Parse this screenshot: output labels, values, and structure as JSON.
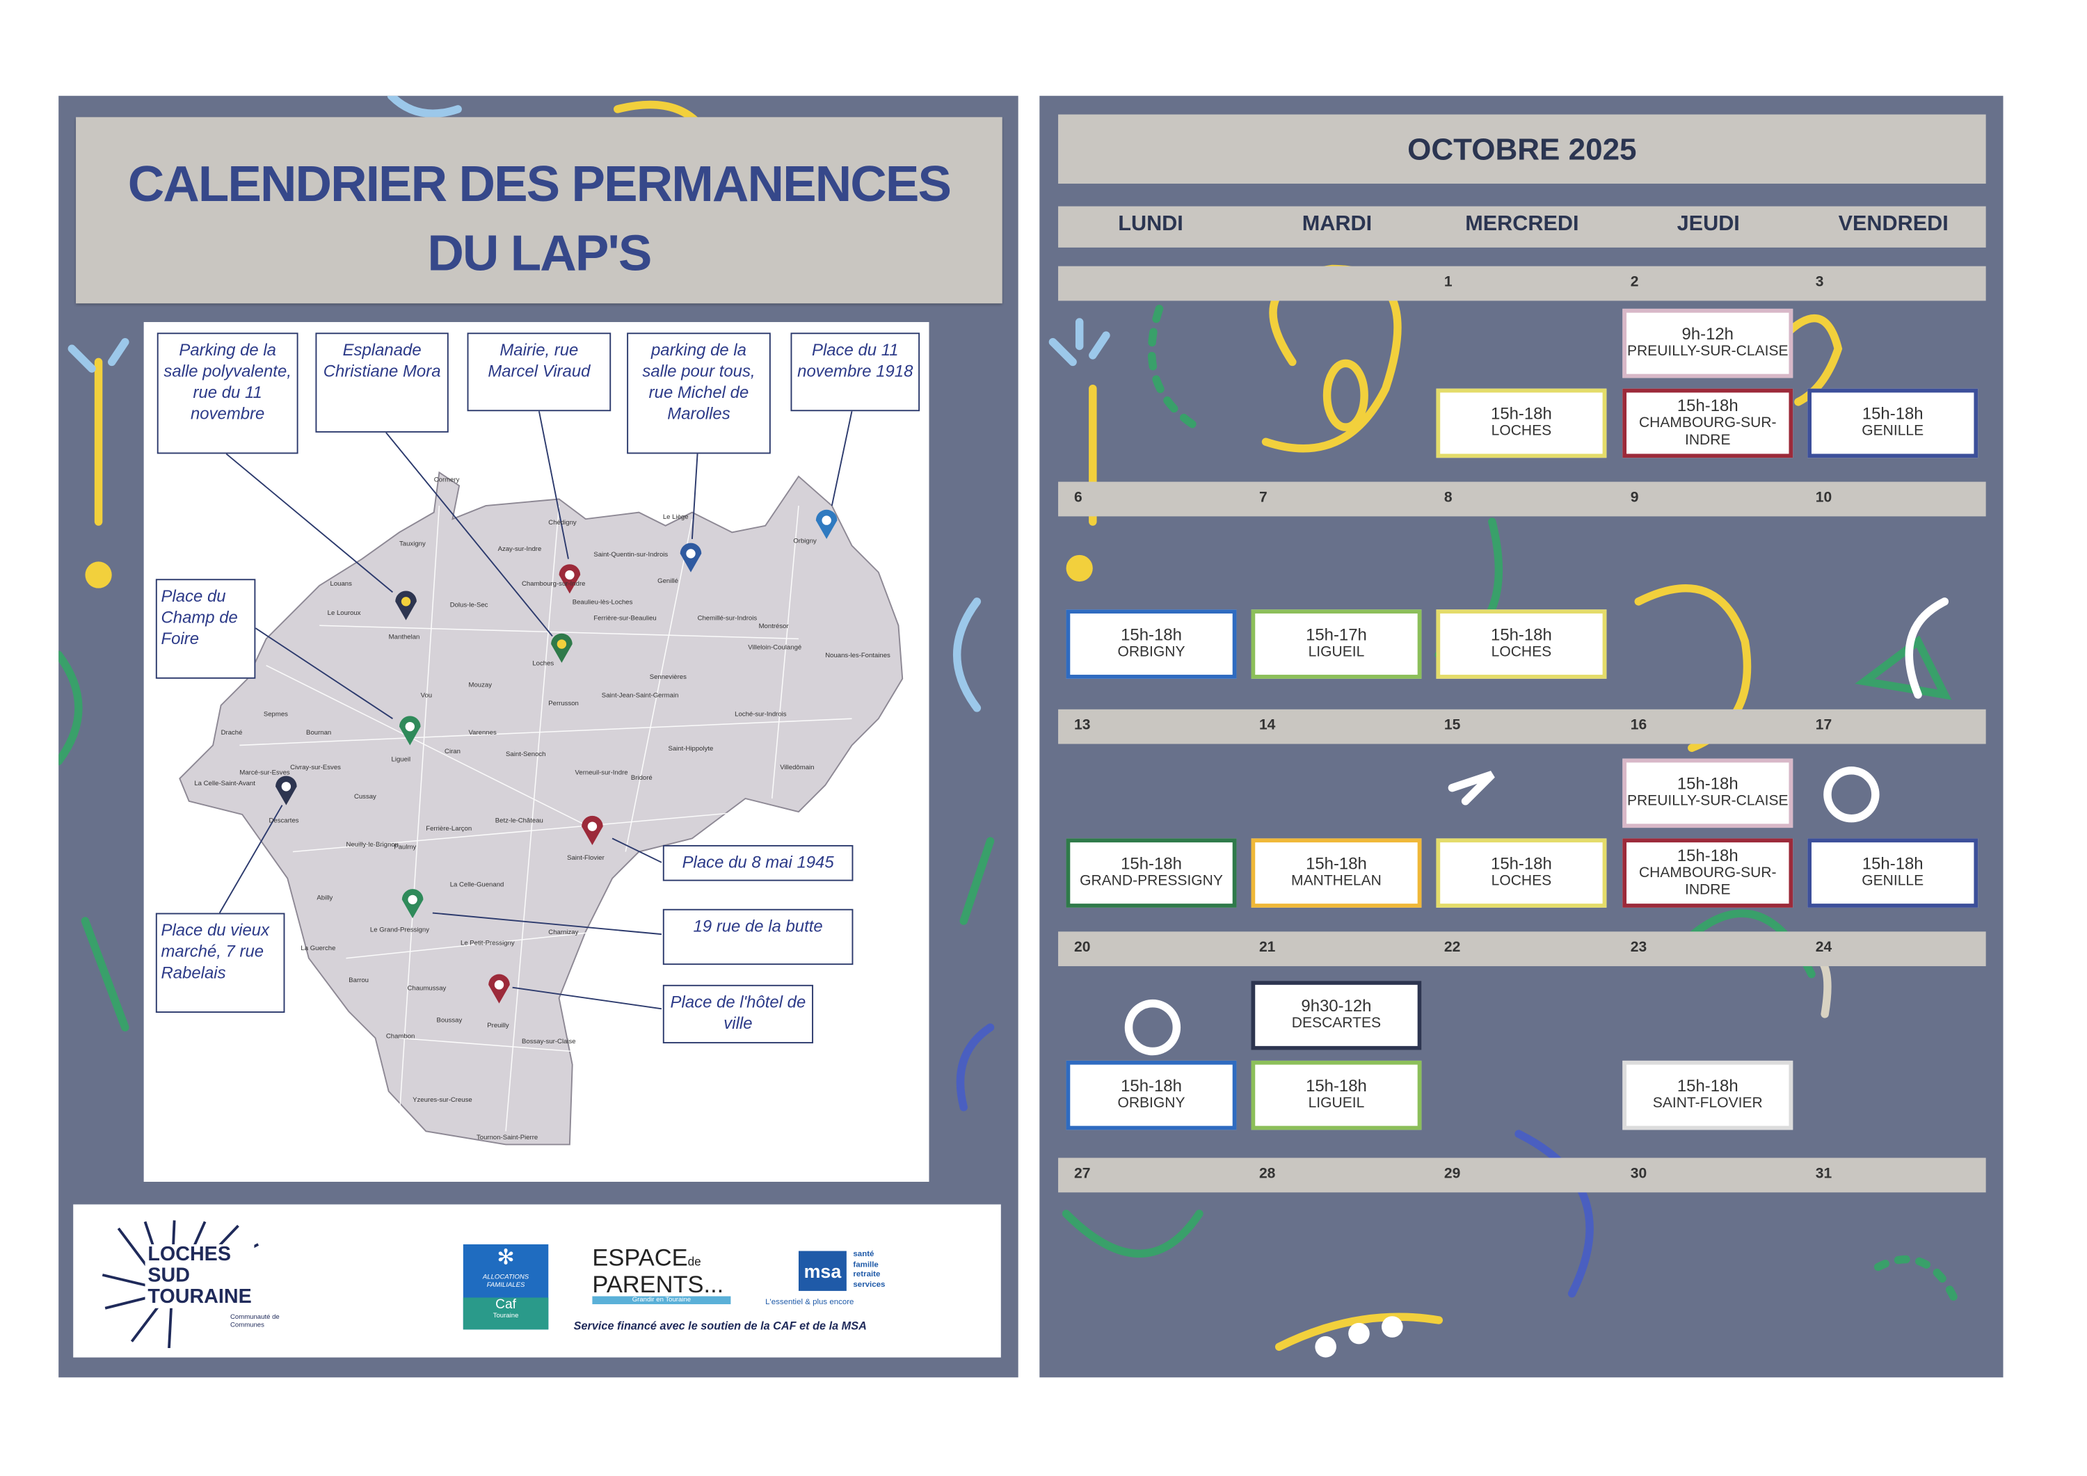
{
  "left": {
    "title_line1": "CALENDRIER DES PERMANENCES",
    "title_line2": "DU LAP'S",
    "callouts": [
      "Parking de la salle polyvalente, rue du 11 novembre",
      "Esplanade Christiane Mora",
      "Mairie, rue Marcel Viraud",
      "parking de la salle pour tous, rue Michel de Marolles",
      "Place du 11 novembre 1918",
      "Place du Champ de Foire",
      "Place du vieux marché, 7 rue Rabelais",
      "Place du 8 mai 1945",
      "19 rue de la butte",
      "Place de l'hôtel de ville"
    ],
    "towns": [
      "Cormery",
      "Tauxigny",
      "Louans",
      "Le Louroux",
      "Manthelan",
      "Dolus-le-Sec",
      "Chambourg-sur-Indre",
      "Azay-sur-Indre",
      "Chédigny",
      "Saint-Quentin-sur-Indrois",
      "Le Liège",
      "Genillé",
      "Orbigny",
      "Beaulieu-lès-Loches",
      "Loches",
      "Ferrière-sur-Beaulieu",
      "Chemillé-sur-Indrois",
      "Montrésor",
      "Villeloin-Coulangé",
      "Nouans-les-Fontaines",
      "Perrusson",
      "Sennevières",
      "Saint-Jean-Saint-Germain",
      "Loché-sur-Indrois",
      "Vou",
      "Mouzay",
      "Varennes",
      "Ligueil",
      "Ciran",
      "Saint-Senoch",
      "Saint-Hippolyte",
      "Villedômain",
      "Bournan",
      "Sepmes",
      "Draché",
      "Cussay",
      "Descartes",
      "La Celle-Saint-Avant",
      "Marcé-sur-Esves",
      "Civray-sur-Esves",
      "Verneuil-sur-Indre",
      "Betz-le-Château",
      "Bridoré",
      "Saint-Flovier",
      "Ferrière-Larçon",
      "Paulmy",
      "Neuilly-le-Brignon",
      "La Celle-Guenand",
      "Abilly",
      "Le Grand-Pressigny",
      "Le Petit-Pressigny",
      "Charnizay",
      "La Guerche",
      "Barrou",
      "Chaumussay",
      "Boussay",
      "Preuilly",
      "Bossay-sur-Claise",
      "Chambon",
      "Yzeures-sur-Creuse",
      "Tournon-Saint-Pierre"
    ],
    "logos": {
      "lst_line1": "LOCHES",
      "lst_line2": "SUD",
      "lst_line3": "TOURAINE",
      "lst_sub": "Communauté de Communes",
      "caf_top": "ALLOCATIONS FAMILIALES",
      "caf_name": "Caf",
      "caf_sub": "Touraine",
      "espace_line1": "ESPACE",
      "espace_de": "de",
      "espace_line2": "PARENTS...",
      "espace_sub": "Grandir en Touraine",
      "msa_logo": "msa",
      "msa_words": [
        "santé",
        "famille",
        "retraite",
        "services"
      ],
      "msa_tagline": "L'essentiel & plus encore",
      "funding": "Service financé avec le soutien de la CAF et de la MSA"
    }
  },
  "right": {
    "month": "OCTOBRE 2025",
    "days": [
      "LUNDI",
      "MARDI",
      "MERCREDI",
      "JEUDI",
      "VENDREDI"
    ],
    "weeks": [
      {
        "dates": [
          "",
          "",
          "1",
          "2",
          "3"
        ]
      },
      {
        "dates": [
          "6",
          "7",
          "8",
          "9",
          "10"
        ]
      },
      {
        "dates": [
          "13",
          "14",
          "15",
          "16",
          "17"
        ]
      },
      {
        "dates": [
          "20",
          "21",
          "22",
          "23",
          "24"
        ]
      },
      {
        "dates": [
          "27",
          "28",
          "29",
          "30",
          "31"
        ]
      }
    ],
    "events": [
      {
        "time": "9h-12h",
        "place": "PREUILLY-SUR-CLAISE",
        "color": "#d8b8c8"
      },
      {
        "time": "15h-18h",
        "place": "LOCHES",
        "color": "#e4dc6a"
      },
      {
        "time": "15h-18h",
        "place": "CHAMBOURG-SUR-INDRE",
        "color": "#9c2a3a"
      },
      {
        "time": "15h-18h",
        "place": "GENILLE",
        "color": "#3c4f9a"
      },
      {
        "time": "15h-18h",
        "place": "ORBIGNY",
        "color": "#2f6bc0"
      },
      {
        "time": "15h-17h",
        "place": "LIGUEIL",
        "color": "#8cbf5a"
      },
      {
        "time": "15h-18h",
        "place": "LOCHES",
        "color": "#e4dc6a"
      },
      {
        "time": "15h-18h",
        "place": "PREUILLY-SUR-CLAISE",
        "color": "#d8b8c8"
      },
      {
        "time": "15h-18h",
        "place": "GRAND-PRESSIGNY",
        "color": "#2f7a4a"
      },
      {
        "time": "15h-18h",
        "place": "MANTHELAN",
        "color": "#f0b838"
      },
      {
        "time": "15h-18h",
        "place": "LOCHES",
        "color": "#e4dc6a"
      },
      {
        "time": "15h-18h",
        "place": "CHAMBOURG-SUR-INDRE",
        "color": "#9c2a3a"
      },
      {
        "time": "15h-18h",
        "place": "GENILLE",
        "color": "#3c4f9a"
      },
      {
        "time": "9h30-12h",
        "place": "DESCARTES",
        "color": "#2d3550"
      },
      {
        "time": "15h-18h",
        "place": "ORBIGNY",
        "color": "#2f6bc0"
      },
      {
        "time": "15h-18h",
        "place": "LIGUEIL",
        "color": "#8cbf5a"
      },
      {
        "time": "15h-18h",
        "place": "SAINT-FLOVIER",
        "color": "#dcdcdc"
      }
    ]
  }
}
